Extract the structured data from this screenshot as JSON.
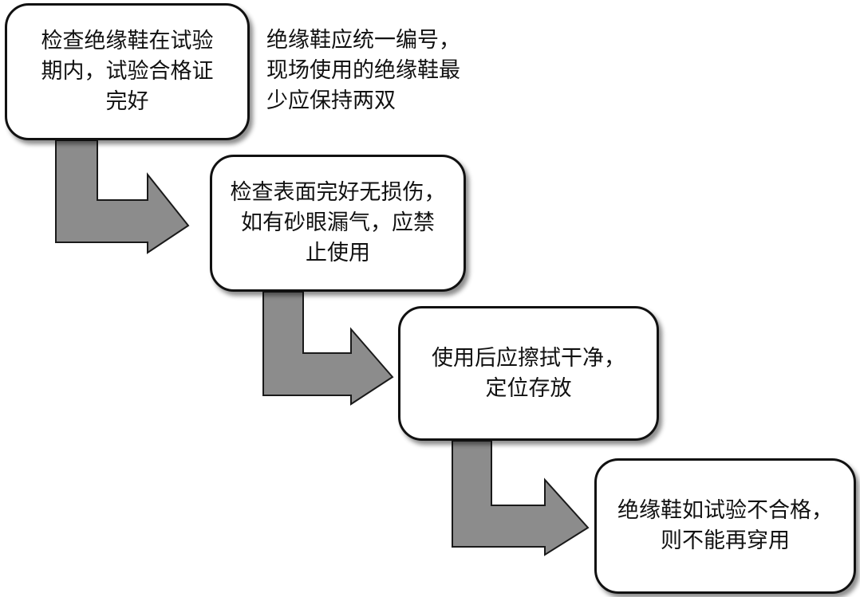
{
  "diagram": {
    "note": "绝缘鞋应统一编号，\n现场使用的绝缘鞋最\n少应保持两双",
    "steps": [
      {
        "text": "检查绝缘鞋在试验\n期内，试验合格证\n完好"
      },
      {
        "text": "检查表面完好无损伤，\n如有砂眼漏气，应禁\n止使用"
      },
      {
        "text": "使用后应擦拭干净，\n定位存放"
      },
      {
        "text": "绝缘鞋如试验不合格，\n则不能再穿用"
      }
    ],
    "colors": {
      "arrow_fill": "#8c8c8c",
      "arrow_stroke": "#1a1a1a",
      "box_border": "#111111"
    }
  }
}
